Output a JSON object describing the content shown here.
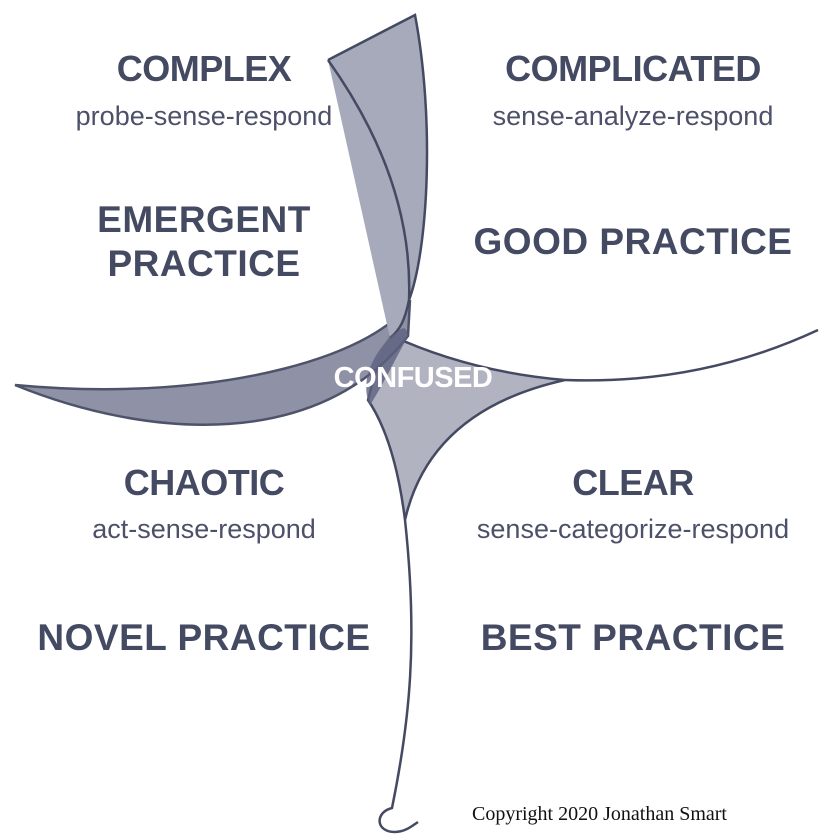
{
  "quadrants": {
    "complex": {
      "title": "COMPLEX",
      "approach": "probe-sense-respond",
      "practice_line1": "EMERGENT",
      "practice_line2": "PRACTICE"
    },
    "complicated": {
      "title": "COMPLICATED",
      "approach": "sense-analyze-respond",
      "practice": "GOOD PRACTICE"
    },
    "chaotic": {
      "title": "CHAOTIC",
      "approach": "act-sense-respond",
      "practice": "NOVEL PRACTICE"
    },
    "clear": {
      "title": "CLEAR",
      "approach": "sense-categorize-respond",
      "practice": "BEST PRACTICE"
    }
  },
  "center": {
    "label": "CONFUSED"
  },
  "copyright": "Copyright 2020 Jonathan Smart",
  "colors": {
    "text": "#454a63",
    "stroke": "#454a63",
    "light_fill": "#a7aaba",
    "dark_fill": "#8a8da2",
    "overlap_fill": "#5e6180"
  }
}
